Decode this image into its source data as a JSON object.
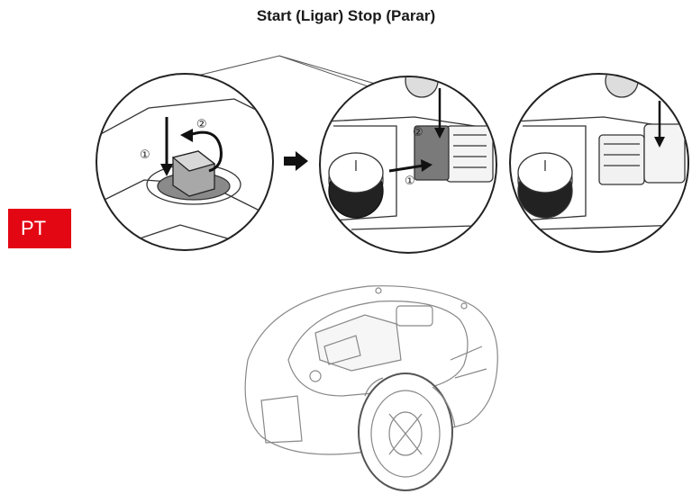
{
  "page": {
    "title": "Start (Ligar) Stop (Parar)",
    "language_badge": "PT",
    "badge_color": "#e30613"
  },
  "callouts": {
    "step1": "①",
    "step2": "②"
  },
  "icons": [
    "arrow-right-icon",
    "rotate-arrow-icon",
    "press-down-arrow-icon"
  ]
}
